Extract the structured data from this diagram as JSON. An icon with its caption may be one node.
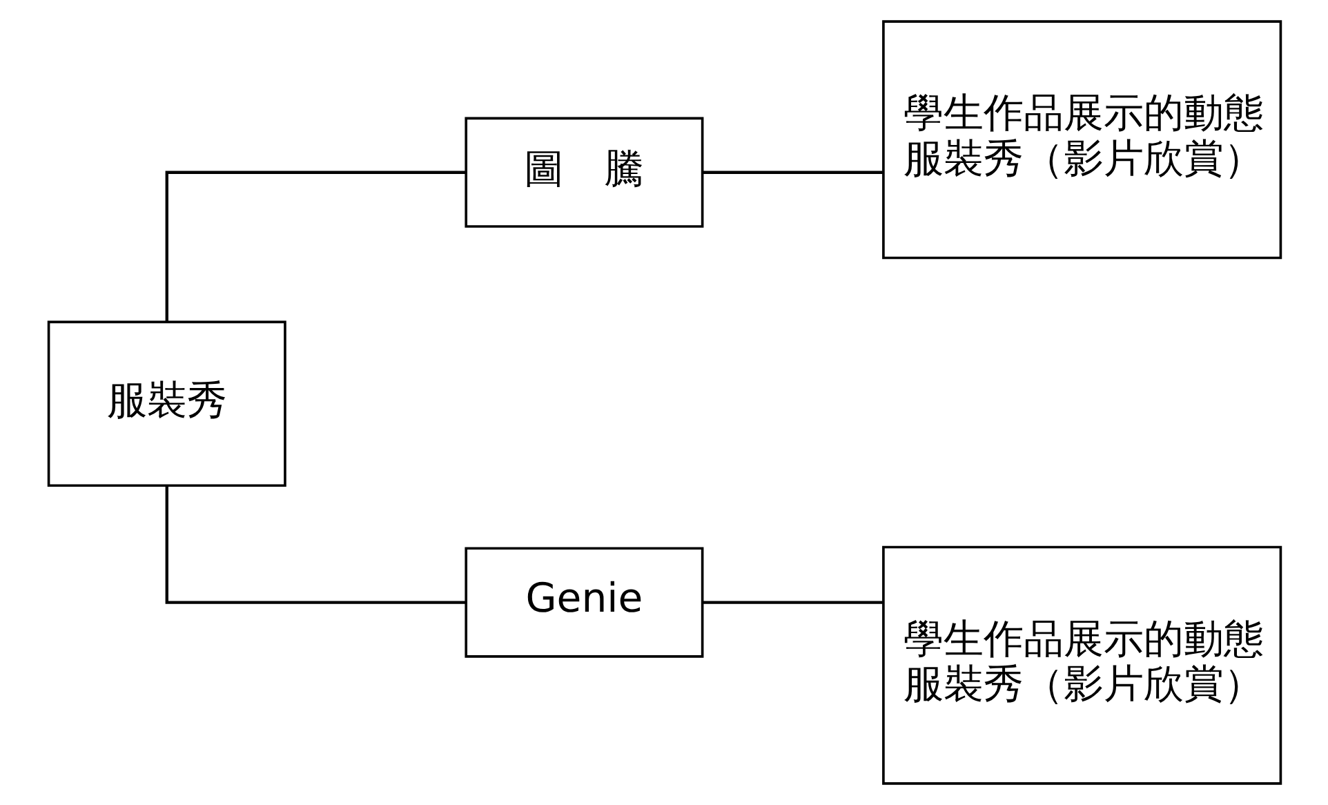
{
  "diagram": {
    "nodes": [
      {
        "text": [
          "服裝秀"
        ]
      },
      {
        "text": [
          "圖　騰"
        ]
      },
      {
        "text": [
          "Genie"
        ]
      },
      {
        "text": [
          "學生作品展示的動態服裝秀（影片欣賞）"
        ]
      },
      {
        "text": [
          "學生作品展示的動態服裝秀（影片欣賞）"
        ]
      }
    ],
    "edges": [
      {
        "from": 0,
        "to": 1,
        "arrow": "none"
      },
      {
        "from": 0,
        "to": 2,
        "arrow": "none"
      },
      {
        "from": 1,
        "to": 3,
        "arrow": "none"
      },
      {
        "from": 2,
        "to": 4,
        "arrow": "none"
      }
    ]
  }
}
